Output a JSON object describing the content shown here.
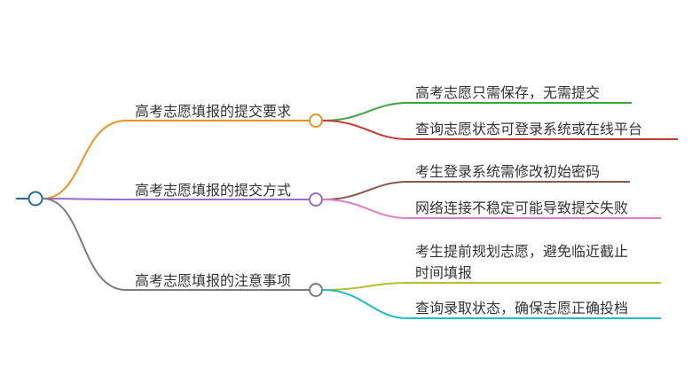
{
  "mindmap": {
    "root": {
      "label": "",
      "color": "#1f6f9f"
    },
    "branches": [
      {
        "label": "高考志愿填报的提交要求",
        "color": "#f0921e",
        "children": [
          {
            "lines": [
              "高考志愿只需保存，无需提交"
            ],
            "color": "#3aa53a"
          },
          {
            "lines": [
              "查询志愿状态可登录系统或在线平台"
            ],
            "color": "#c53a32"
          }
        ]
      },
      {
        "label": "高考志愿填报的提交方式",
        "color": "#9b6ac9",
        "children": [
          {
            "lines": [
              "考生登录系统需修改初始密码"
            ],
            "color": "#8b5748"
          },
          {
            "lines": [
              "网络连接不稳定可能导致提交失败"
            ],
            "color": "#e07bc7"
          }
        ]
      },
      {
        "label": "高考志愿填报的注意事项",
        "color": "#7d7d7d",
        "children": [
          {
            "lines": [
              "考生提前规划志愿，避免临近截止",
              "时间填报"
            ],
            "color": "#b9be2c"
          },
          {
            "lines": [
              "查询录取状态，确保志愿正确投档"
            ],
            "color": "#1fbcc8"
          }
        ]
      }
    ]
  }
}
